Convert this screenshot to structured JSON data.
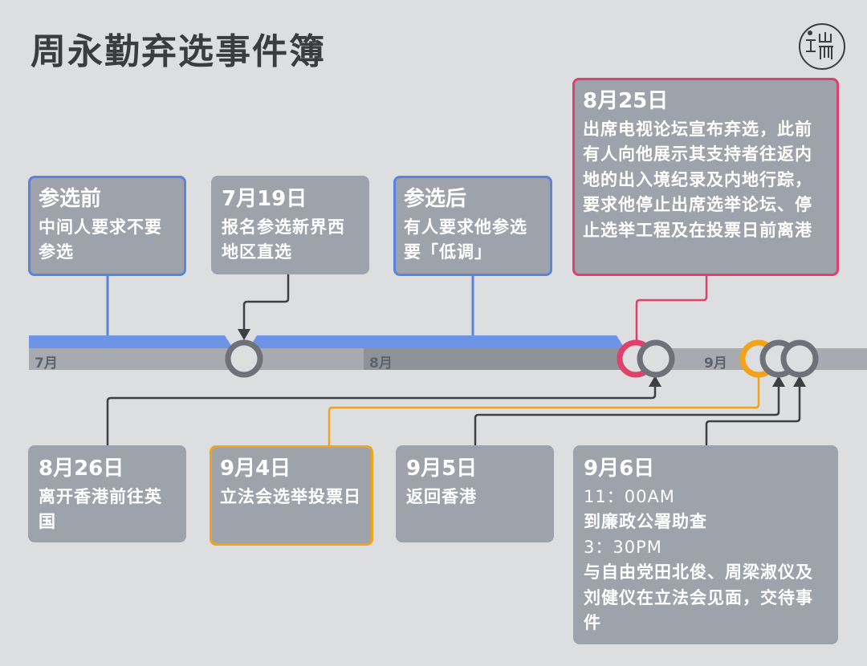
{
  "title": "周永勤弃选事件簿",
  "months": {
    "jul": "7月",
    "aug": "8月",
    "sep": "9月"
  },
  "colors": {
    "background": "#dddee0",
    "card": "#9ea3ab",
    "blue": "#5b82dc",
    "red": "#e0416a",
    "orange": "#f2a21b",
    "gray_line": "#3c3f44",
    "track": "#a7abb1"
  },
  "events": {
    "before": {
      "head": "参选前",
      "body": "中间人要求不要参选"
    },
    "jul19": {
      "head": "7月19日",
      "body": "报名参选新界西地区直选"
    },
    "after": {
      "head": "参选后",
      "body": "有人要求他参选要「低调」"
    },
    "aug25": {
      "head": "8月25日",
      "body": "出席电视论坛宣布弃选，此前有人向他展示其支持者往返内地的出入境纪录及内地行踪，要求他停止出席选举论坛、停止选举工程及在投票日前离港"
    },
    "aug26": {
      "head": "8月26日",
      "body": "离开香港前往英国"
    },
    "sep4": {
      "head": "9月4日",
      "body": "立法会选举投票日"
    },
    "sep5": {
      "head": "9月5日",
      "body": "返回香港"
    },
    "sep6": {
      "head": "9月6日",
      "time1": "11：00AM",
      "body1": "到廉政公署助查",
      "time2": "3：30PM",
      "body2": "与自由党田北俊、周梁淑仪及刘健仪在立法会见面，交待事件"
    }
  }
}
